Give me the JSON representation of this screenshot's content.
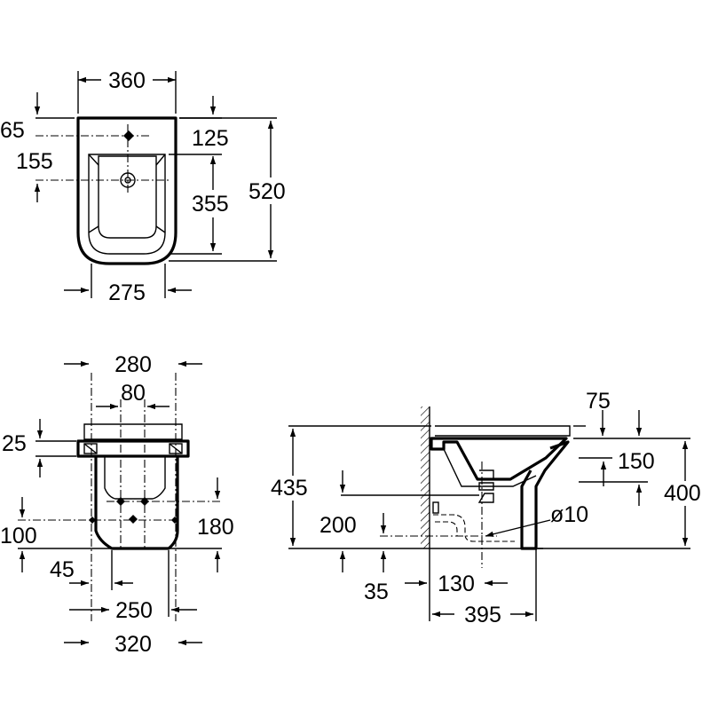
{
  "top_view": {
    "width_overall": "360",
    "top_offset": "65",
    "tap_offset": "155",
    "rim_offset": "125",
    "bowl_depth": "355",
    "length_overall": "520",
    "base_width": "275"
  },
  "front_view": {
    "fixing_span": "280",
    "bolt_spacing": "80",
    "seat_thickness": "25",
    "lower_hole_height": "100",
    "upper_hole_height": "180",
    "foot_offset": "45",
    "foot_width": "250",
    "outer_width": "320"
  },
  "side_view": {
    "rim_depth": "75",
    "rim_height": "150",
    "overall_height": "400",
    "seat_height": "435",
    "inlet_height": "200",
    "diameter_label": "ø10",
    "waste_height": "35",
    "waste_offset": "130",
    "overall_depth": "395"
  }
}
